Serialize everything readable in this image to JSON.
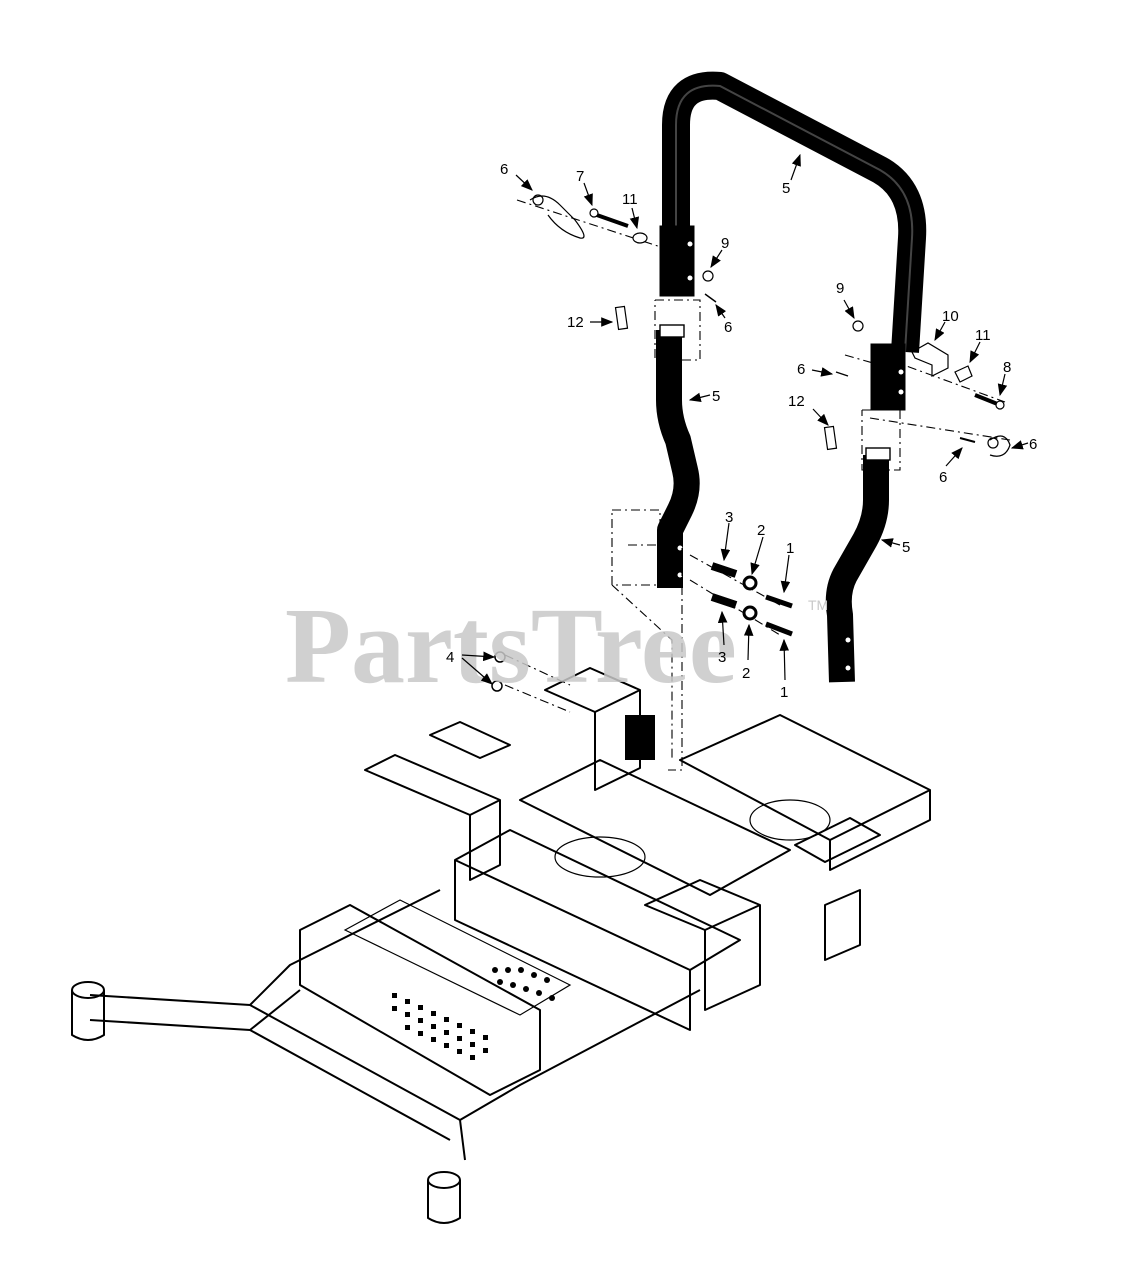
{
  "watermark": {
    "text": "PartsTree",
    "trademark": "TM"
  },
  "callouts": [
    "1",
    "1",
    "2",
    "2",
    "3",
    "3",
    "4",
    "5",
    "5",
    "5",
    "6",
    "6",
    "6",
    "6",
    "6",
    "7",
    "8",
    "9",
    "9",
    "10",
    "11",
    "11",
    "12",
    "12"
  ],
  "colors": {
    "line": "#000000",
    "watermark": "#c8c8c8",
    "background": "#ffffff"
  }
}
